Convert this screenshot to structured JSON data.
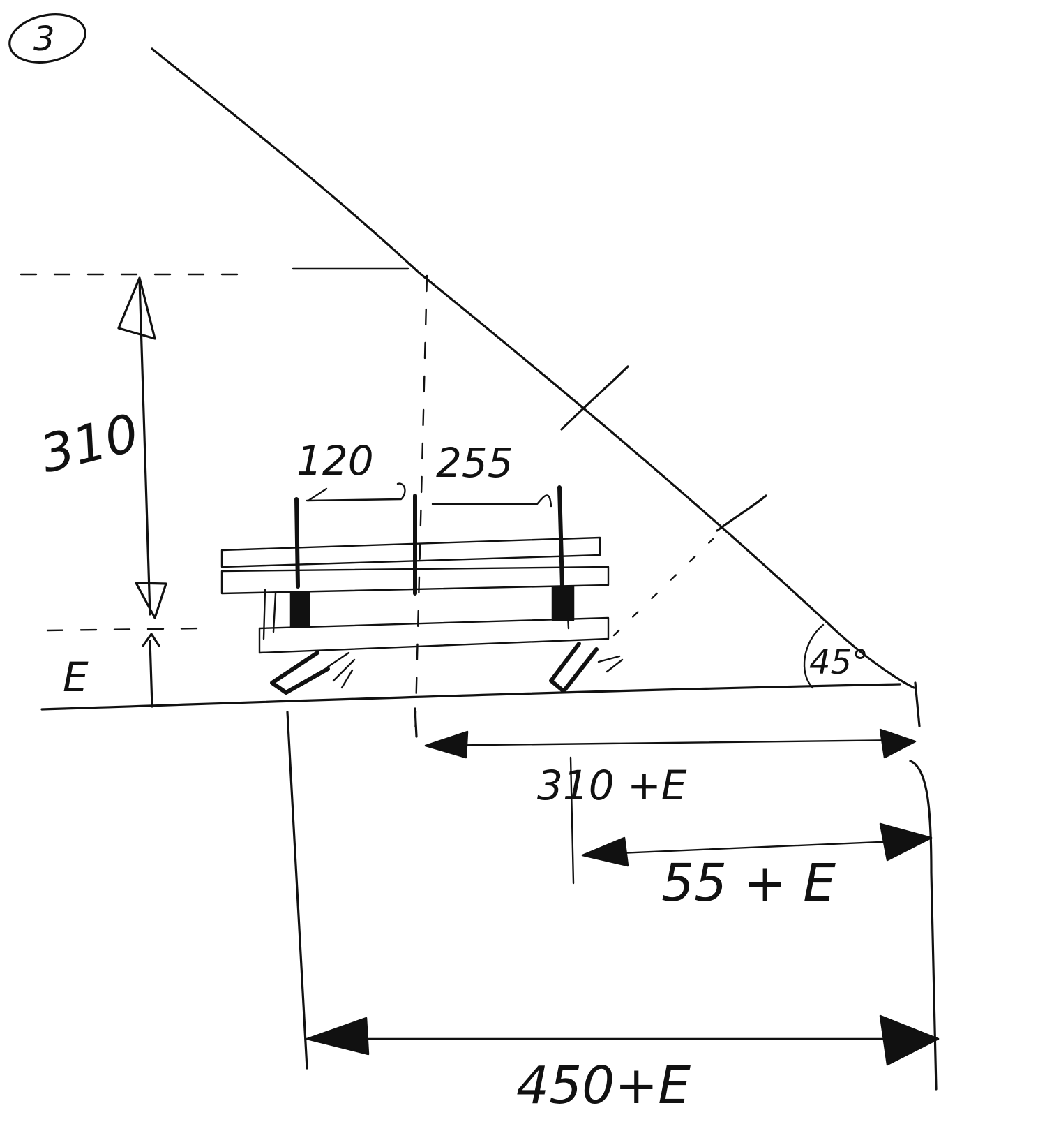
{
  "sheet": {
    "number": "3"
  },
  "labels": {
    "height_main": "310",
    "height_e": "E",
    "spacing_left": "120",
    "spacing_right": "255",
    "angle": "45°",
    "dim_310_e": "310 +E",
    "dim_55_e": "55 + E",
    "dim_450_e": "450+E"
  },
  "colors": {
    "ink": "#111111",
    "paper": "#ffffff"
  }
}
